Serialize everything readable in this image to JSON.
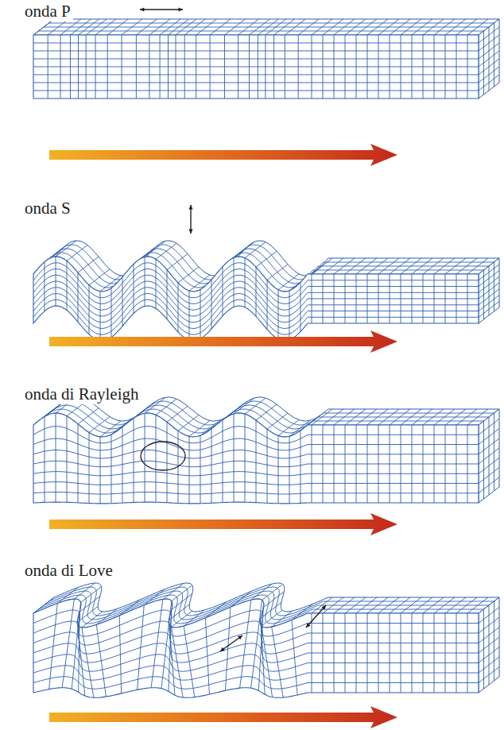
{
  "diagram": {
    "labels": [
      "onda P",
      "onda S",
      "onda di Rayleigh",
      "onda di Love"
    ]
  }
}
